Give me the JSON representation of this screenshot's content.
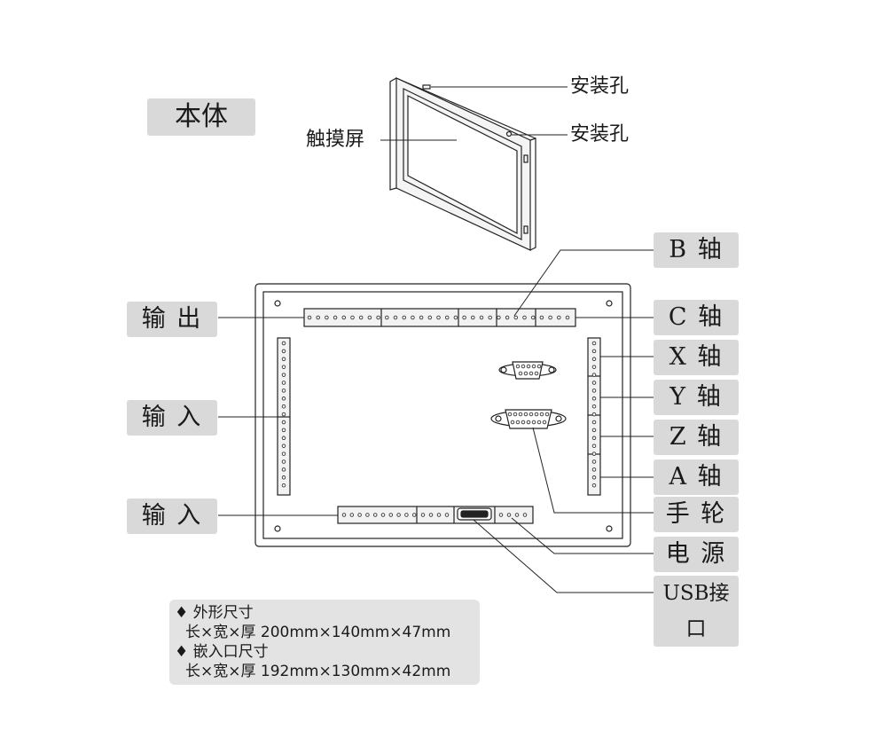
{
  "title": "本体",
  "top_labels": {
    "mount_hole_1": "安装孔",
    "mount_hole_2": "安装孔",
    "touch_screen": "触摸屏"
  },
  "left_labels": {
    "output": "输 出",
    "input_1": "输 入",
    "input_2": "输 入"
  },
  "right_labels": {
    "b_axis": "B 轴",
    "c_axis": "C 轴",
    "x_axis": "X 轴",
    "y_axis": "Y 轴",
    "z_axis": "Z 轴",
    "a_axis": "A 轴",
    "handwheel": "手 轮",
    "power": "电 源",
    "usb": "USB接口"
  },
  "specs": {
    "outer_heading": "外形尺寸",
    "outer_value": "长×宽×厚 200mm×140mm×47mm",
    "embed_heading": "嵌入口尺寸",
    "embed_value": "长×宽×厚 192mm×130mm×42mm",
    "bullet": "♦"
  }
}
